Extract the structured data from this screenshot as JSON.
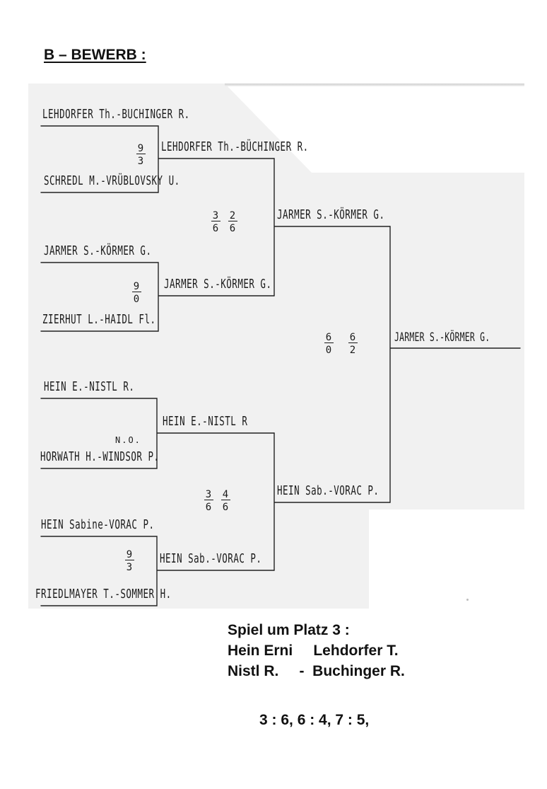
{
  "page": {
    "title": "B – BEWERB :"
  },
  "bracket": {
    "round1": [
      {
        "name": "LEHDORFER Th.-BUCHINGER R."
      },
      {
        "name": "SCHREDL M.-VRÜBLOVSKY U."
      },
      {
        "name": "JARMER S.-KÖRMER G."
      },
      {
        "name": "ZIERHUT L.-HAIDL Fl."
      },
      {
        "name": "HEIN E.-NISTL R."
      },
      {
        "name": "HORWATH H.-WINDSOR P."
      },
      {
        "name": "HEIN Sabine-VORAC P."
      },
      {
        "name": "FRIEDLMAYER T.-SOMMER H."
      }
    ],
    "round1_scores": [
      {
        "sets": [
          [
            "9",
            "3"
          ]
        ]
      },
      {
        "sets": [
          [
            "9",
            "0"
          ]
        ]
      },
      {
        "walkover": "N.O."
      },
      {
        "sets": [
          [
            "9",
            "3"
          ]
        ]
      }
    ],
    "round2": [
      {
        "name": "LEHDORFER Th.-BÜCHINGER R."
      },
      {
        "name": "JARMER S.-KÖRMER G."
      },
      {
        "name": "HEIN E.-NISTL R"
      },
      {
        "name": "HEIN Sab.-VORAC P."
      }
    ],
    "round2_scores": [
      {
        "sets": [
          [
            "3",
            "6"
          ],
          [
            "2",
            "6"
          ]
        ]
      },
      {
        "sets": [
          [
            "3",
            "6"
          ],
          [
            "4",
            "6"
          ]
        ]
      }
    ],
    "semifinal": [
      {
        "name": "JARMER S.-KÖRMER G."
      },
      {
        "name": "HEIN Sab.-VORAC P."
      }
    ],
    "final_score": {
      "sets": [
        [
          "6",
          "0"
        ],
        [
          "6",
          "2"
        ]
      ]
    },
    "winner": {
      "name": "JARMER S.-KÖRMER G."
    }
  },
  "third_place": {
    "heading": "Spiel um Platz 3 :",
    "line1": "Hein Erni     Lehdorfer T.",
    "line2": "Nistl R.     -  Buchinger R.",
    "result": "3 : 6, 6 : 4, 7 : 5,"
  }
}
